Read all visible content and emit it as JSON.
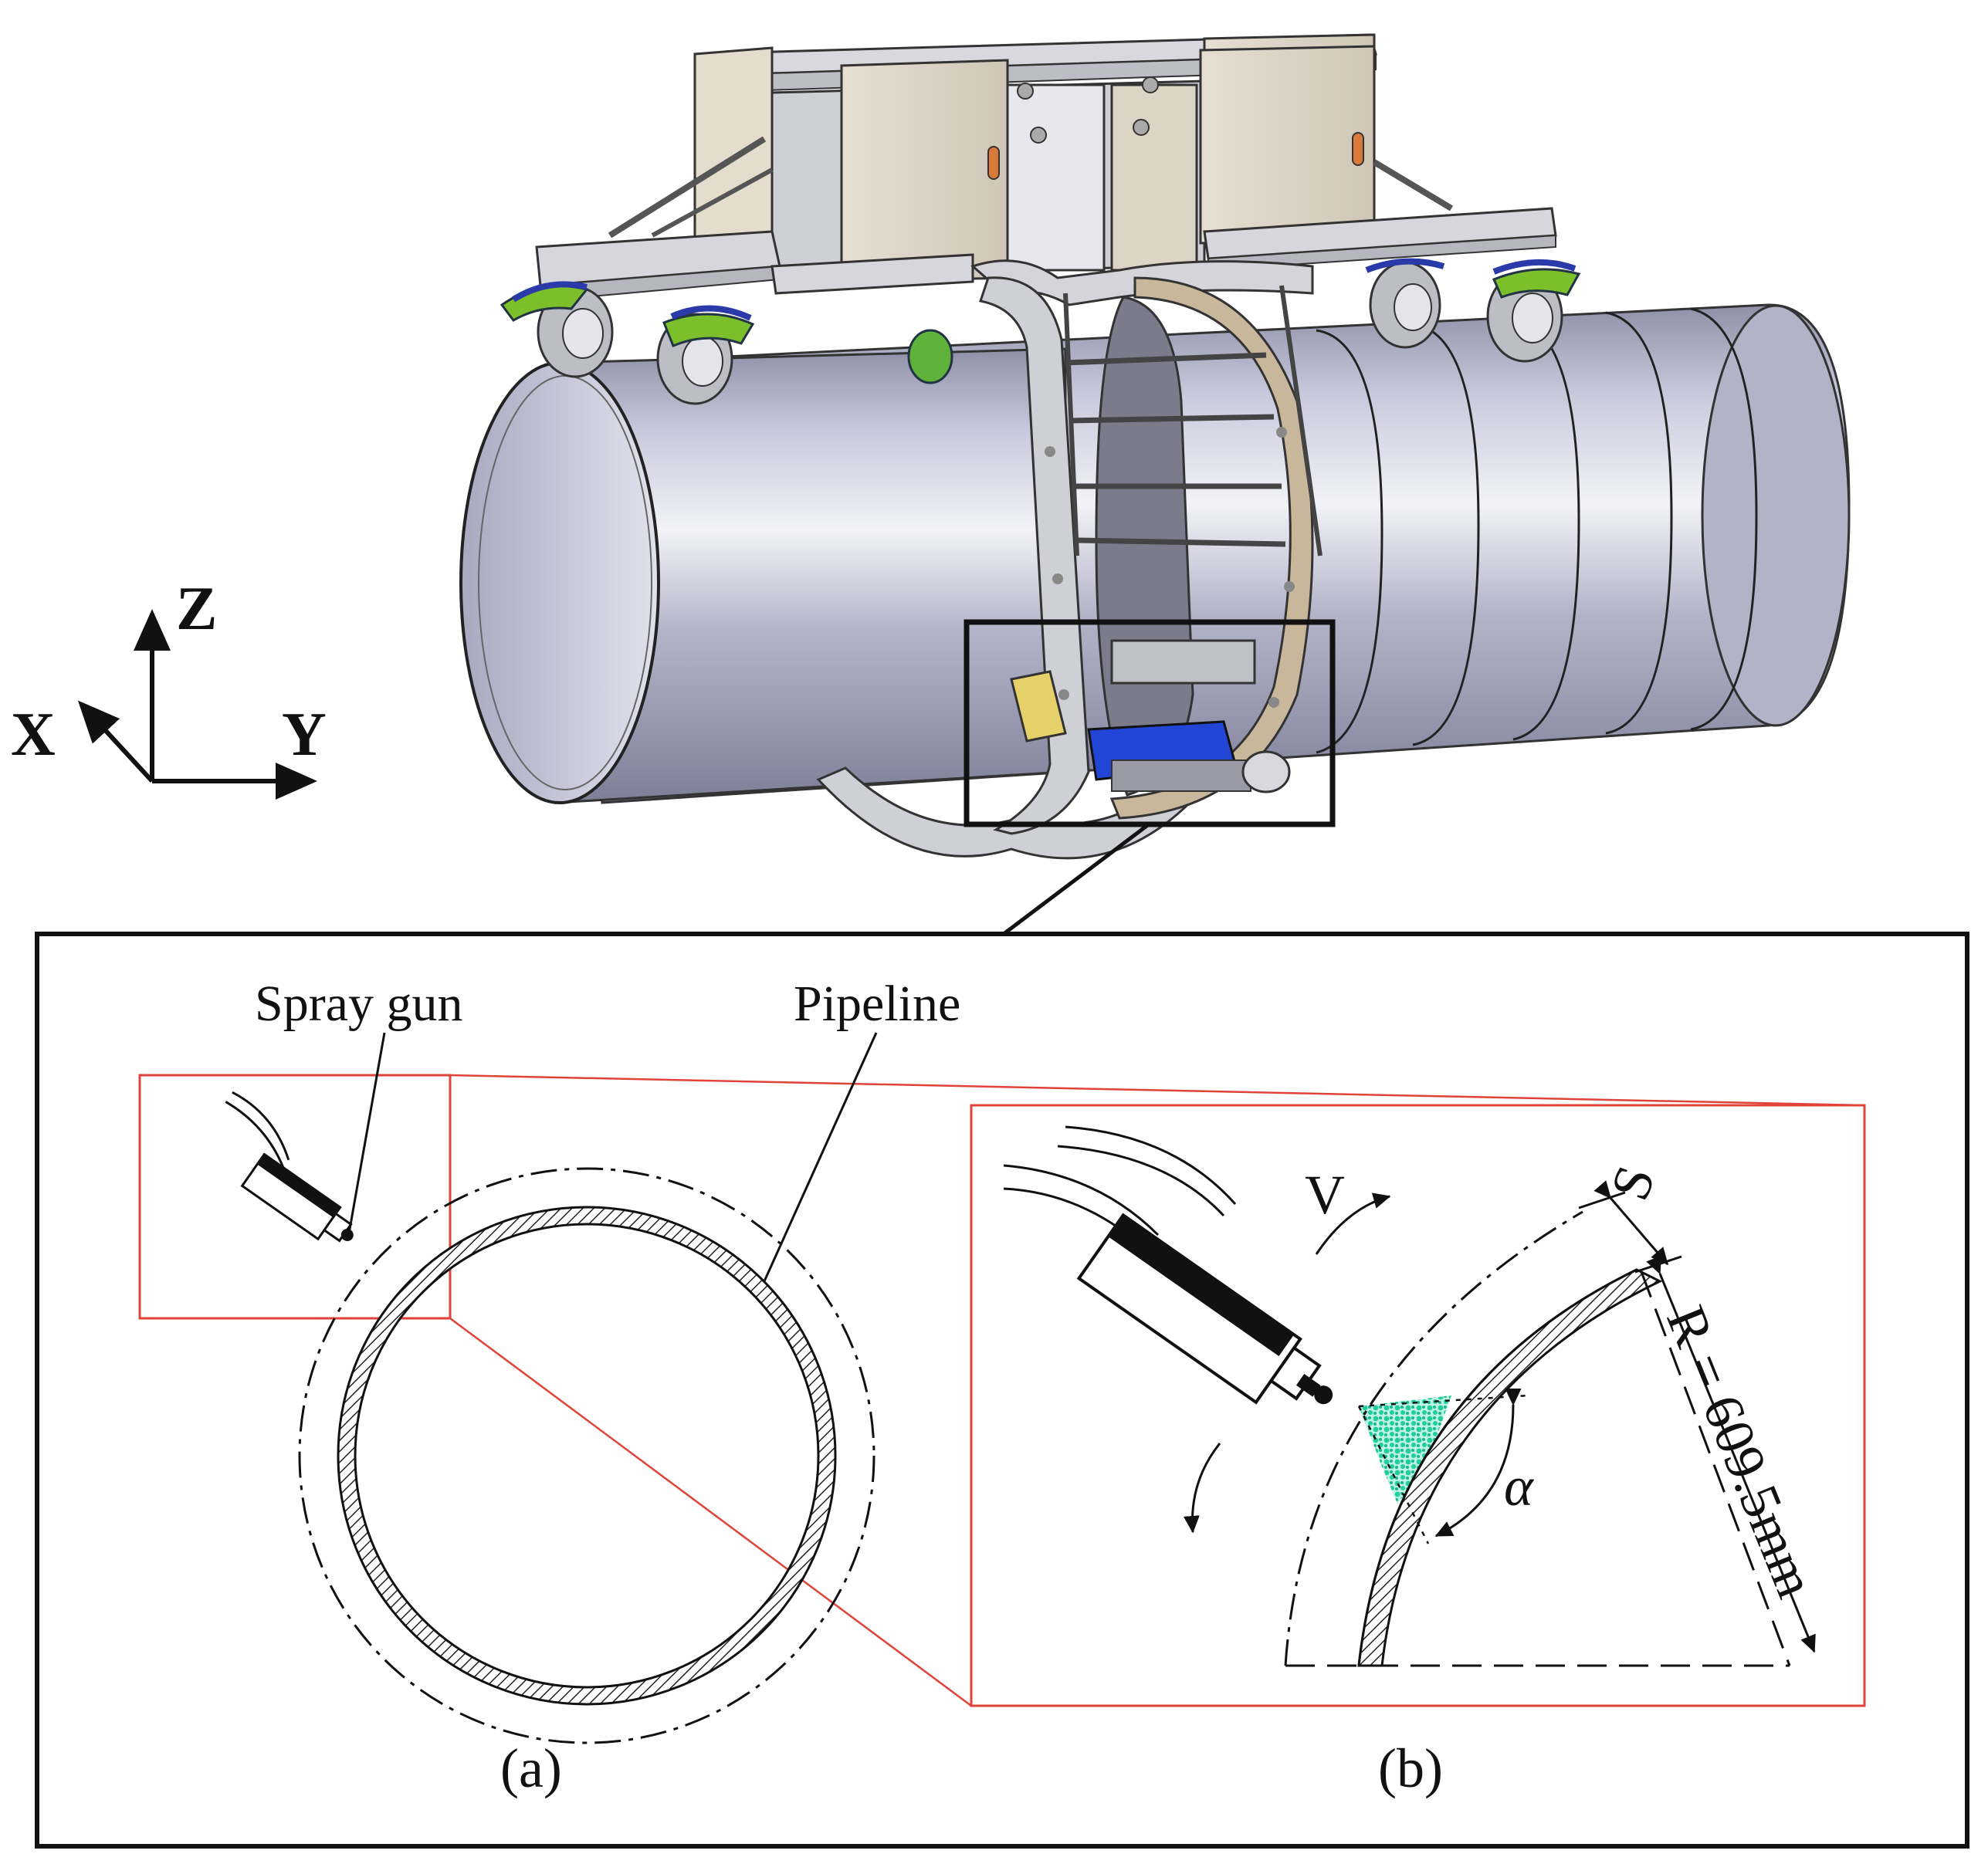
{
  "axes": {
    "x": "X",
    "y": "Y",
    "z": "Z"
  },
  "labels": {
    "spray_gun": "Spray gun",
    "pipeline": "Pipeline",
    "velocity": "V",
    "gap": "S",
    "alpha": "α",
    "radius": "R = 609.5mm"
  },
  "panels": {
    "a": "(a)",
    "b": "(b)"
  },
  "colors": {
    "pipe": "#b9b9cf",
    "frame": "#d4d4d8",
    "box": "#dfd7c9",
    "wheel_accent": "#7bbf2a",
    "carriage_blue": "#2345d6",
    "spray": "#2fd6a8",
    "zoom_lines": "#e0433a",
    "outline": "#111111"
  }
}
